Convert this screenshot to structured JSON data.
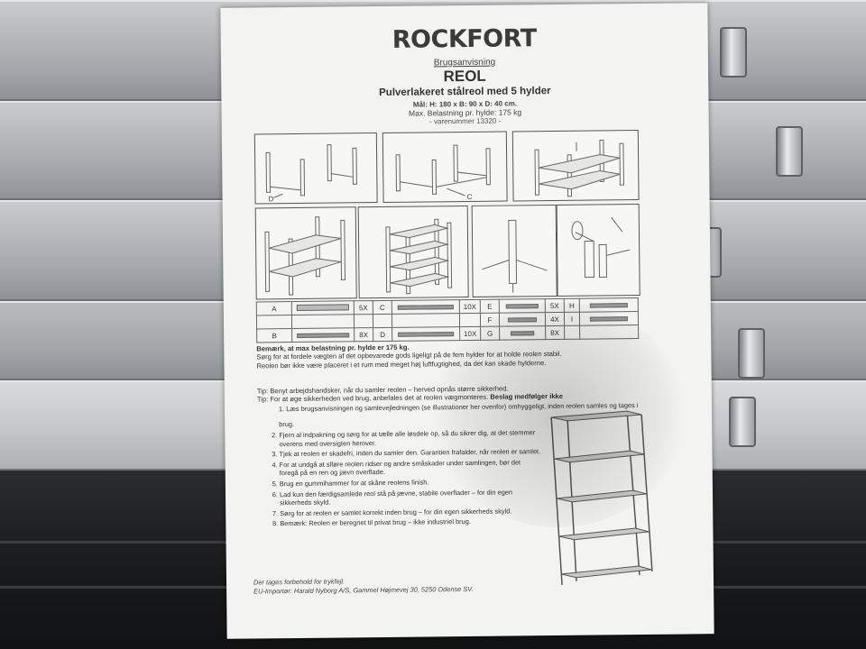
{
  "header": {
    "brand": "ROCKFORT",
    "doc_type": "Brugsanvisning",
    "product": "REOL",
    "subtitle": "Pulverlakeret stålreol med 5 hylder",
    "dimensions": "Mål: H: 180 x B: 90 x D: 40 cm.",
    "max_load": "Max. Belastning pr. hylde: 175 kg",
    "item_number": "- varenummer 13320 -"
  },
  "diagram_labels": {
    "d": "D",
    "c": "C"
  },
  "parts": [
    {
      "id": "A",
      "qty": "5X"
    },
    {
      "id": "B",
      "qty": "8X"
    },
    {
      "id": "C",
      "qty": "10X"
    },
    {
      "id": "D",
      "qty": "10X"
    },
    {
      "id": "E",
      "qty": "5X"
    },
    {
      "id": "F",
      "qty": "4X"
    },
    {
      "id": "G",
      "qty": "8X"
    },
    {
      "id": "H",
      "qty": ""
    },
    {
      "id": "I",
      "qty": ""
    }
  ],
  "notes": {
    "bold_note": "Bemærk, at max belastning pr. hylde er 175 kg.",
    "line2": "Sørg for at fordele vægten af det opbevarede gods ligeligt på de fem hylder for at holde reolen stabil.",
    "line3": "Reolen bør ikke være placeret i et rum med meget høj luftfugtighed, da det kan skade hylderne.",
    "tip1": "Tip: Benyt arbejdshandsker, når du samler reolen – herved opnås større sikkerhed.",
    "tip2": "Tip: For at øge sikkerheden ved brug, anbefales det at reolen vægmonteres.",
    "tip2_bold": "Beslag medfølger ikke"
  },
  "intro": "Læs brugsanvisningen og samlevejledningen (se illustrationer her ovenfor) omhyggeligt, inden reolen samles og tages i",
  "steps": [
    "brug.",
    "Fjern al indpakning og sørg for at tælle alle løsdele op, så du sikrer dig, at det stemmer overens med oversigten herover.",
    "Tjek at reolen er skadefri, inden du samler den. Garantien frafalder, når reolen er samlet.",
    "For at undgå at slføre reolen ridser og andre småskader under samlingen, bør det foregå på en ren og jævn overflade.",
    "Brug en gummihammer for at skåne reolens finish.",
    "Lad kun den færdigsamlede reol stå på jævne, stabile overflader – for din egen sikkerheds skyld.",
    "Sørg for at reolen er samlet korrekt inden brug – for din egen sikkerheds skyld.",
    "Bemærk: Reolen er beregnet til privat brug – ikke industriel brug."
  ],
  "footer": {
    "line1": "Der tages forbehold for trykfejl.",
    "line2": "EU-Importør: Harald Nyborg A/S, Gammel Højmevej 30, 5250 Odense SV."
  }
}
